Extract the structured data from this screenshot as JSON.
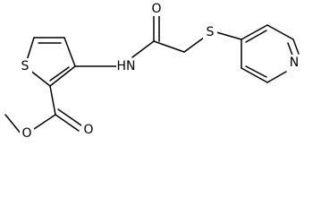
{
  "molecule": {
    "atom_labels": {
      "thiophene_s": "S",
      "amide_nh": "HN",
      "amide_o": "O",
      "thioether_s": "S",
      "pyridine_n": "N",
      "ester_o_carbonyl": "O",
      "ester_o_methoxy": "O"
    }
  }
}
